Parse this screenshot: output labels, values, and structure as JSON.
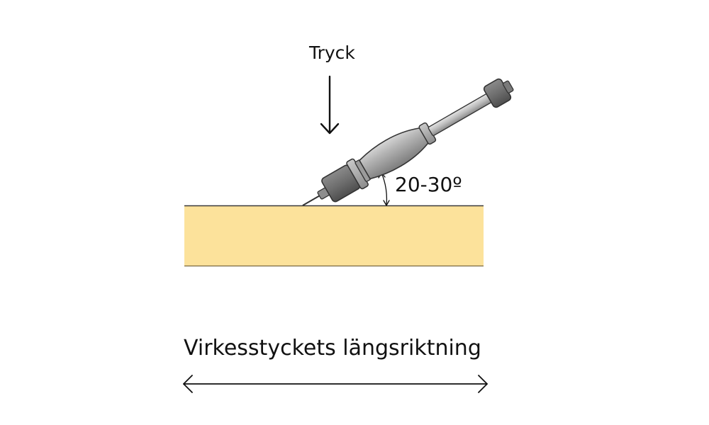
{
  "labels": {
    "pressure": "Tryck",
    "angle": "20-30º",
    "grain_direction": "Virkesstyckets längsriktning"
  },
  "colors": {
    "wood_fill": "#FCE29B",
    "wood_edge": "#333333",
    "tool_dark": "#6b6b6b",
    "tool_handle": "#9a9a9a",
    "line": "#111111"
  },
  "icons": {
    "tool": "moisture-meter-hammer-electrode-icon",
    "pressure_arrow": "arrow-down-icon",
    "direction_arrow": "double-headed-arrow-icon"
  }
}
